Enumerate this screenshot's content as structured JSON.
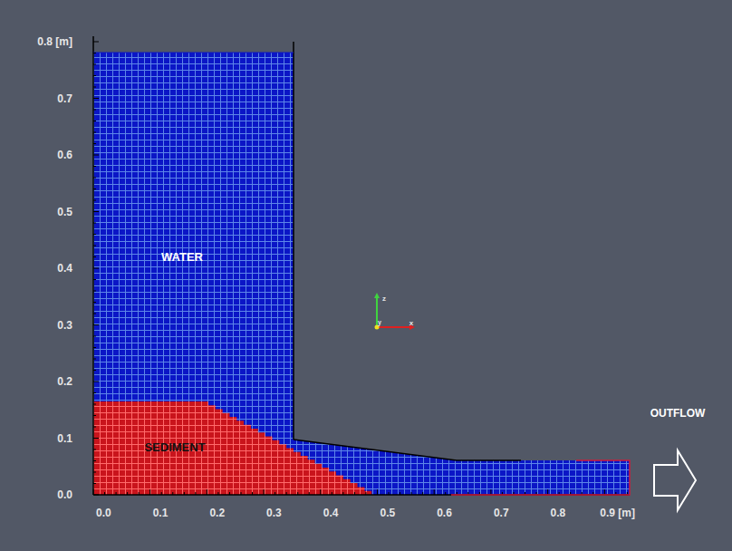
{
  "diagram": {
    "labels": [
      "0.8 [m]",
      "0.7",
      "0.6",
      "0.5",
      "0.4",
      "0.3",
      "0.2",
      "0.1",
      "0.0",
      "0.0",
      "0.1",
      "0.2",
      "0.3",
      "0.4",
      "0.5",
      "0.6",
      "0.7",
      "0.8",
      "0.9 [m]",
      "WATER",
      "SEDIMENT",
      "OUTFLOW",
      "z",
      "y",
      "x"
    ]
  }
}
